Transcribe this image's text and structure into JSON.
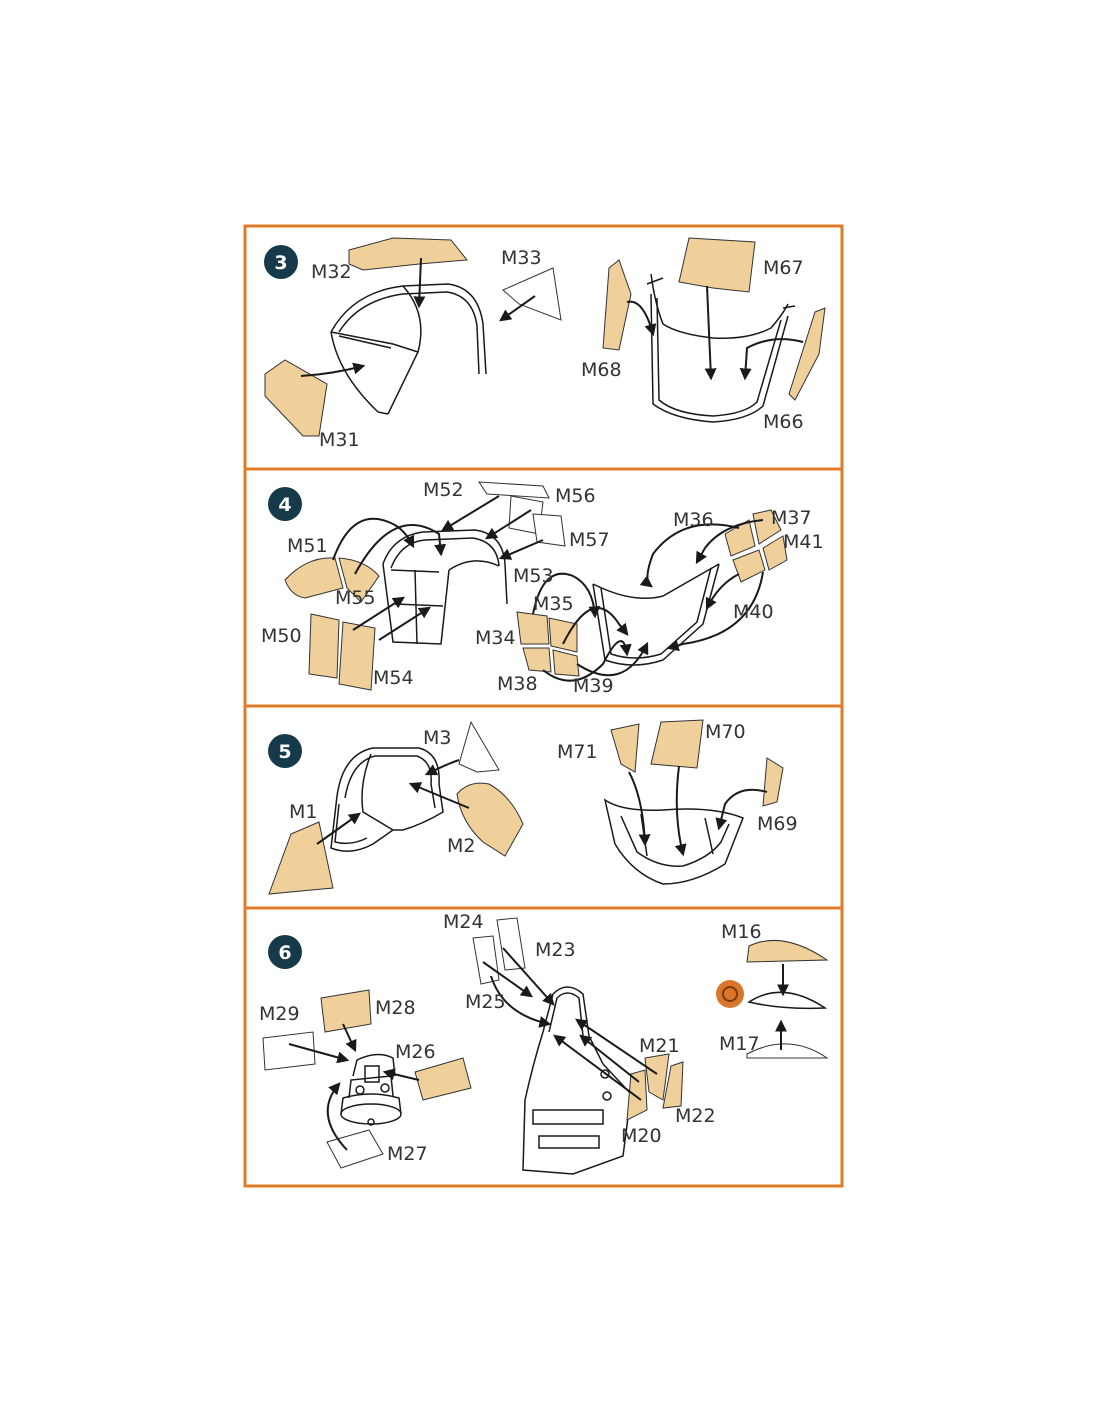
{
  "colors": {
    "frame": "#e07b27",
    "badge": "#173a4a",
    "badge_text": "#ffffff",
    "mask_fill": "#efcf9a",
    "line": "#1a1a1a",
    "label": "#333333",
    "symbol": "#d9762b"
  },
  "steps": [
    {
      "number": "3",
      "labels": {
        "M32": "M32",
        "M33": "M33",
        "M31": "M31",
        "M67": "M67",
        "M68": "M68",
        "M66": "M66"
      }
    },
    {
      "number": "4",
      "labels": {
        "M52": "M52",
        "M56": "M56",
        "M57": "M57",
        "M51": "M51",
        "M53": "M53",
        "M55": "M55",
        "M50": "M50",
        "M54": "M54",
        "M36": "M36",
        "M37": "M37",
        "M41": "M41",
        "M40": "M40",
        "M35": "M35",
        "M34": "M34",
        "M38": "M38",
        "M39": "M39"
      }
    },
    {
      "number": "5",
      "labels": {
        "M3": "M3",
        "M70": "M70",
        "M71": "M71",
        "M1": "M1",
        "M2": "M2",
        "M69": "M69"
      }
    },
    {
      "number": "6",
      "labels": {
        "M24": "M24",
        "M23": "M23",
        "M16": "M16",
        "M25": "M25",
        "M29": "M29",
        "M28": "M28",
        "M26": "M26",
        "M21": "M21",
        "M17": "M17",
        "M22": "M22",
        "M20": "M20",
        "M27": "M27"
      },
      "symbol_icon": "glue-or-repeat-symbol-icon"
    }
  ]
}
